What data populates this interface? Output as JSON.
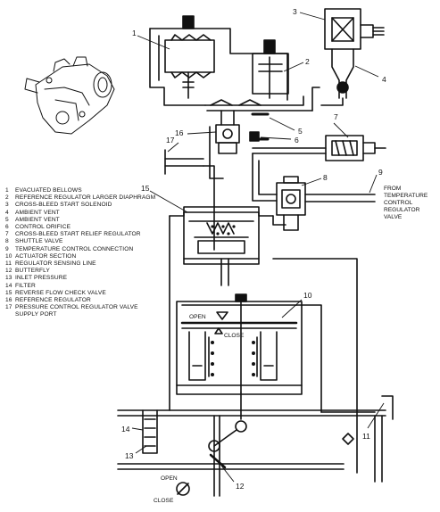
{
  "legend": {
    "items": [
      {
        "num": "1",
        "text": "Evacuated bellows"
      },
      {
        "num": "2",
        "text": "Reference regulator larger diaphragm"
      },
      {
        "num": "3",
        "text": "Cross-bleed start solenoid"
      },
      {
        "num": "4",
        "text": "Ambient vent"
      },
      {
        "num": "5",
        "text": "Ambient vent"
      },
      {
        "num": "6",
        "text": "Control orifice"
      },
      {
        "num": "7",
        "text": "Cross-bleed start relief regulator"
      },
      {
        "num": "8",
        "text": "Shuttle valve"
      },
      {
        "num": "9",
        "text": "Temperature control connection"
      },
      {
        "num": "10",
        "text": "Actuator section"
      },
      {
        "num": "11",
        "text": "Regulator sensing line"
      },
      {
        "num": "12",
        "text": "Butterfly"
      },
      {
        "num": "13",
        "text": "Inlet pressure"
      },
      {
        "num": "14",
        "text": "Filter"
      },
      {
        "num": "15",
        "text": "Reverse flow check valve"
      },
      {
        "num": "16",
        "text": "Reference regulator"
      },
      {
        "num": "17",
        "text": "Pressure control regulator valve supply port"
      }
    ]
  },
  "callouts": {
    "c1": "1",
    "c2": "2",
    "c3": "3",
    "c4": "4",
    "c5": "5",
    "c6": "6",
    "c7": "7",
    "c8": "8",
    "c9": "9",
    "c10": "10",
    "c11": "11",
    "c12": "12",
    "c13": "13",
    "c14": "14",
    "c15": "15",
    "c16": "16",
    "c17": "17"
  },
  "labels": {
    "from_connection": "FROM TEMPERATURE CONTROL REGULATOR VALVE",
    "open_actuator": "OPEN",
    "close_actuator": "CLOSE",
    "open_butterfly": "OPEN",
    "close_butterfly": "CLOSE"
  }
}
